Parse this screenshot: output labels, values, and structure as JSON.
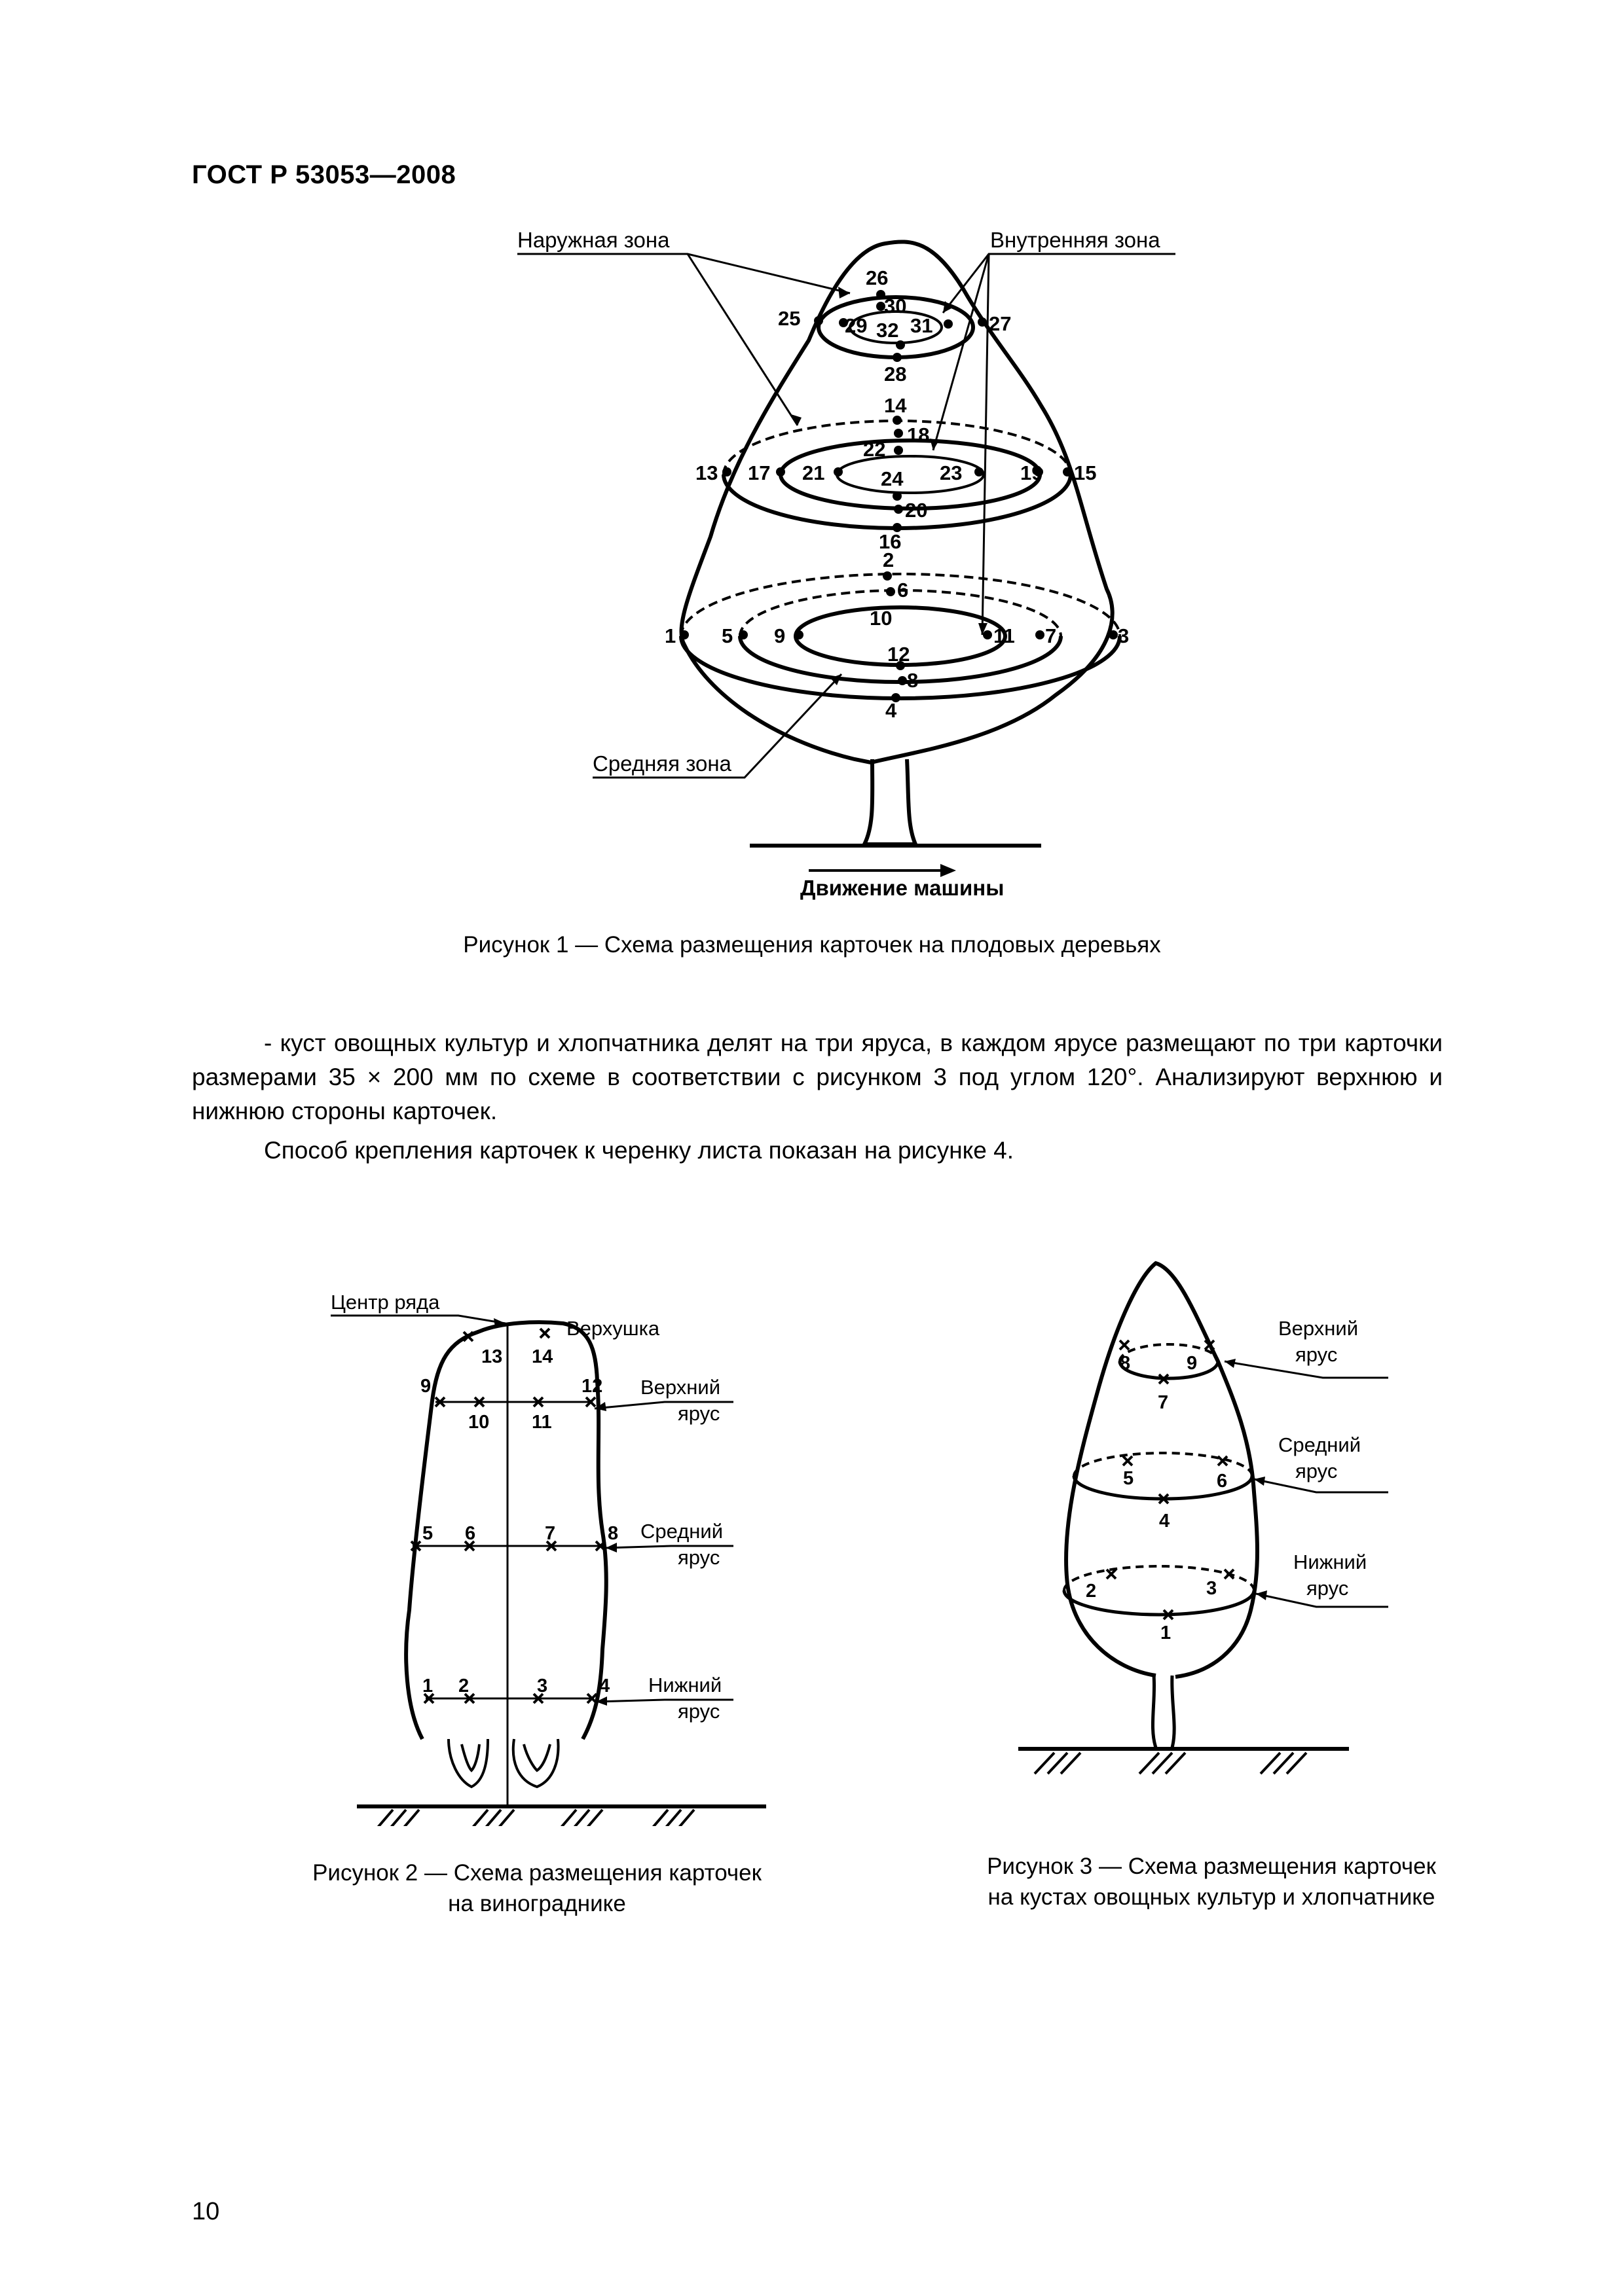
{
  "header": {
    "title": "ГОСТ Р 53053—2008"
  },
  "figure1": {
    "label_outer": "Наружная зона",
    "label_inner": "Внутренняя зона",
    "label_middle": "Средняя зона",
    "label_movement": "Движение машины",
    "points": [
      "1",
      "2",
      "3",
      "4",
      "5",
      "6",
      "7",
      "8",
      "9",
      "10",
      "11",
      "12",
      "13",
      "14",
      "15",
      "16",
      "17",
      "18",
      "19",
      "20",
      "21",
      "22",
      "23",
      "24",
      "25",
      "26",
      "27",
      "28",
      "29",
      "30",
      "31",
      "32"
    ],
    "caption": "Рисунок 1 — Схема размещения карточек на плодовых деревьях"
  },
  "body": {
    "paragraph1": "- куст овощных культур и хлопчатника делят на три яруса, в каждом ярусе размещают по три карточки размерами 35 × 200 мм по схеме в соответствии с рисунком 3 под углом 120°. Анализируют верхнюю и нижнюю стороны карточек.",
    "paragraph2": "Способ крепления карточек к черенку листа показан на рисунке 4."
  },
  "figure2": {
    "label_row_center": "Центр ряда",
    "label_top": "Верхушка",
    "label_upper_1": "Верхний",
    "label_upper_2": "ярус",
    "label_middle_1": "Средний",
    "label_middle_2": "ярус",
    "label_lower_1": "Нижний",
    "label_lower_2": "ярус",
    "points": [
      "1",
      "2",
      "3",
      "4",
      "5",
      "6",
      "7",
      "8",
      "9",
      "10",
      "11",
      "12",
      "13",
      "14"
    ],
    "caption_line1": "Рисунок 2 — Схема размещения карточек",
    "caption_line2": "на винограднике"
  },
  "figure3": {
    "label_upper_1": "Верхний",
    "label_upper_2": "ярус",
    "label_middle_1": "Средний",
    "label_middle_2": "ярус",
    "label_lower_1": "Нижний",
    "label_lower_2": "ярус",
    "points": [
      "1",
      "2",
      "3",
      "4",
      "5",
      "6",
      "7",
      "8",
      "9"
    ],
    "caption_line1": "Рисунок 3 — Схема размещения карточек",
    "caption_line2": "на кустах овощных культур и хлопчатнике"
  },
  "page_number": "10"
}
